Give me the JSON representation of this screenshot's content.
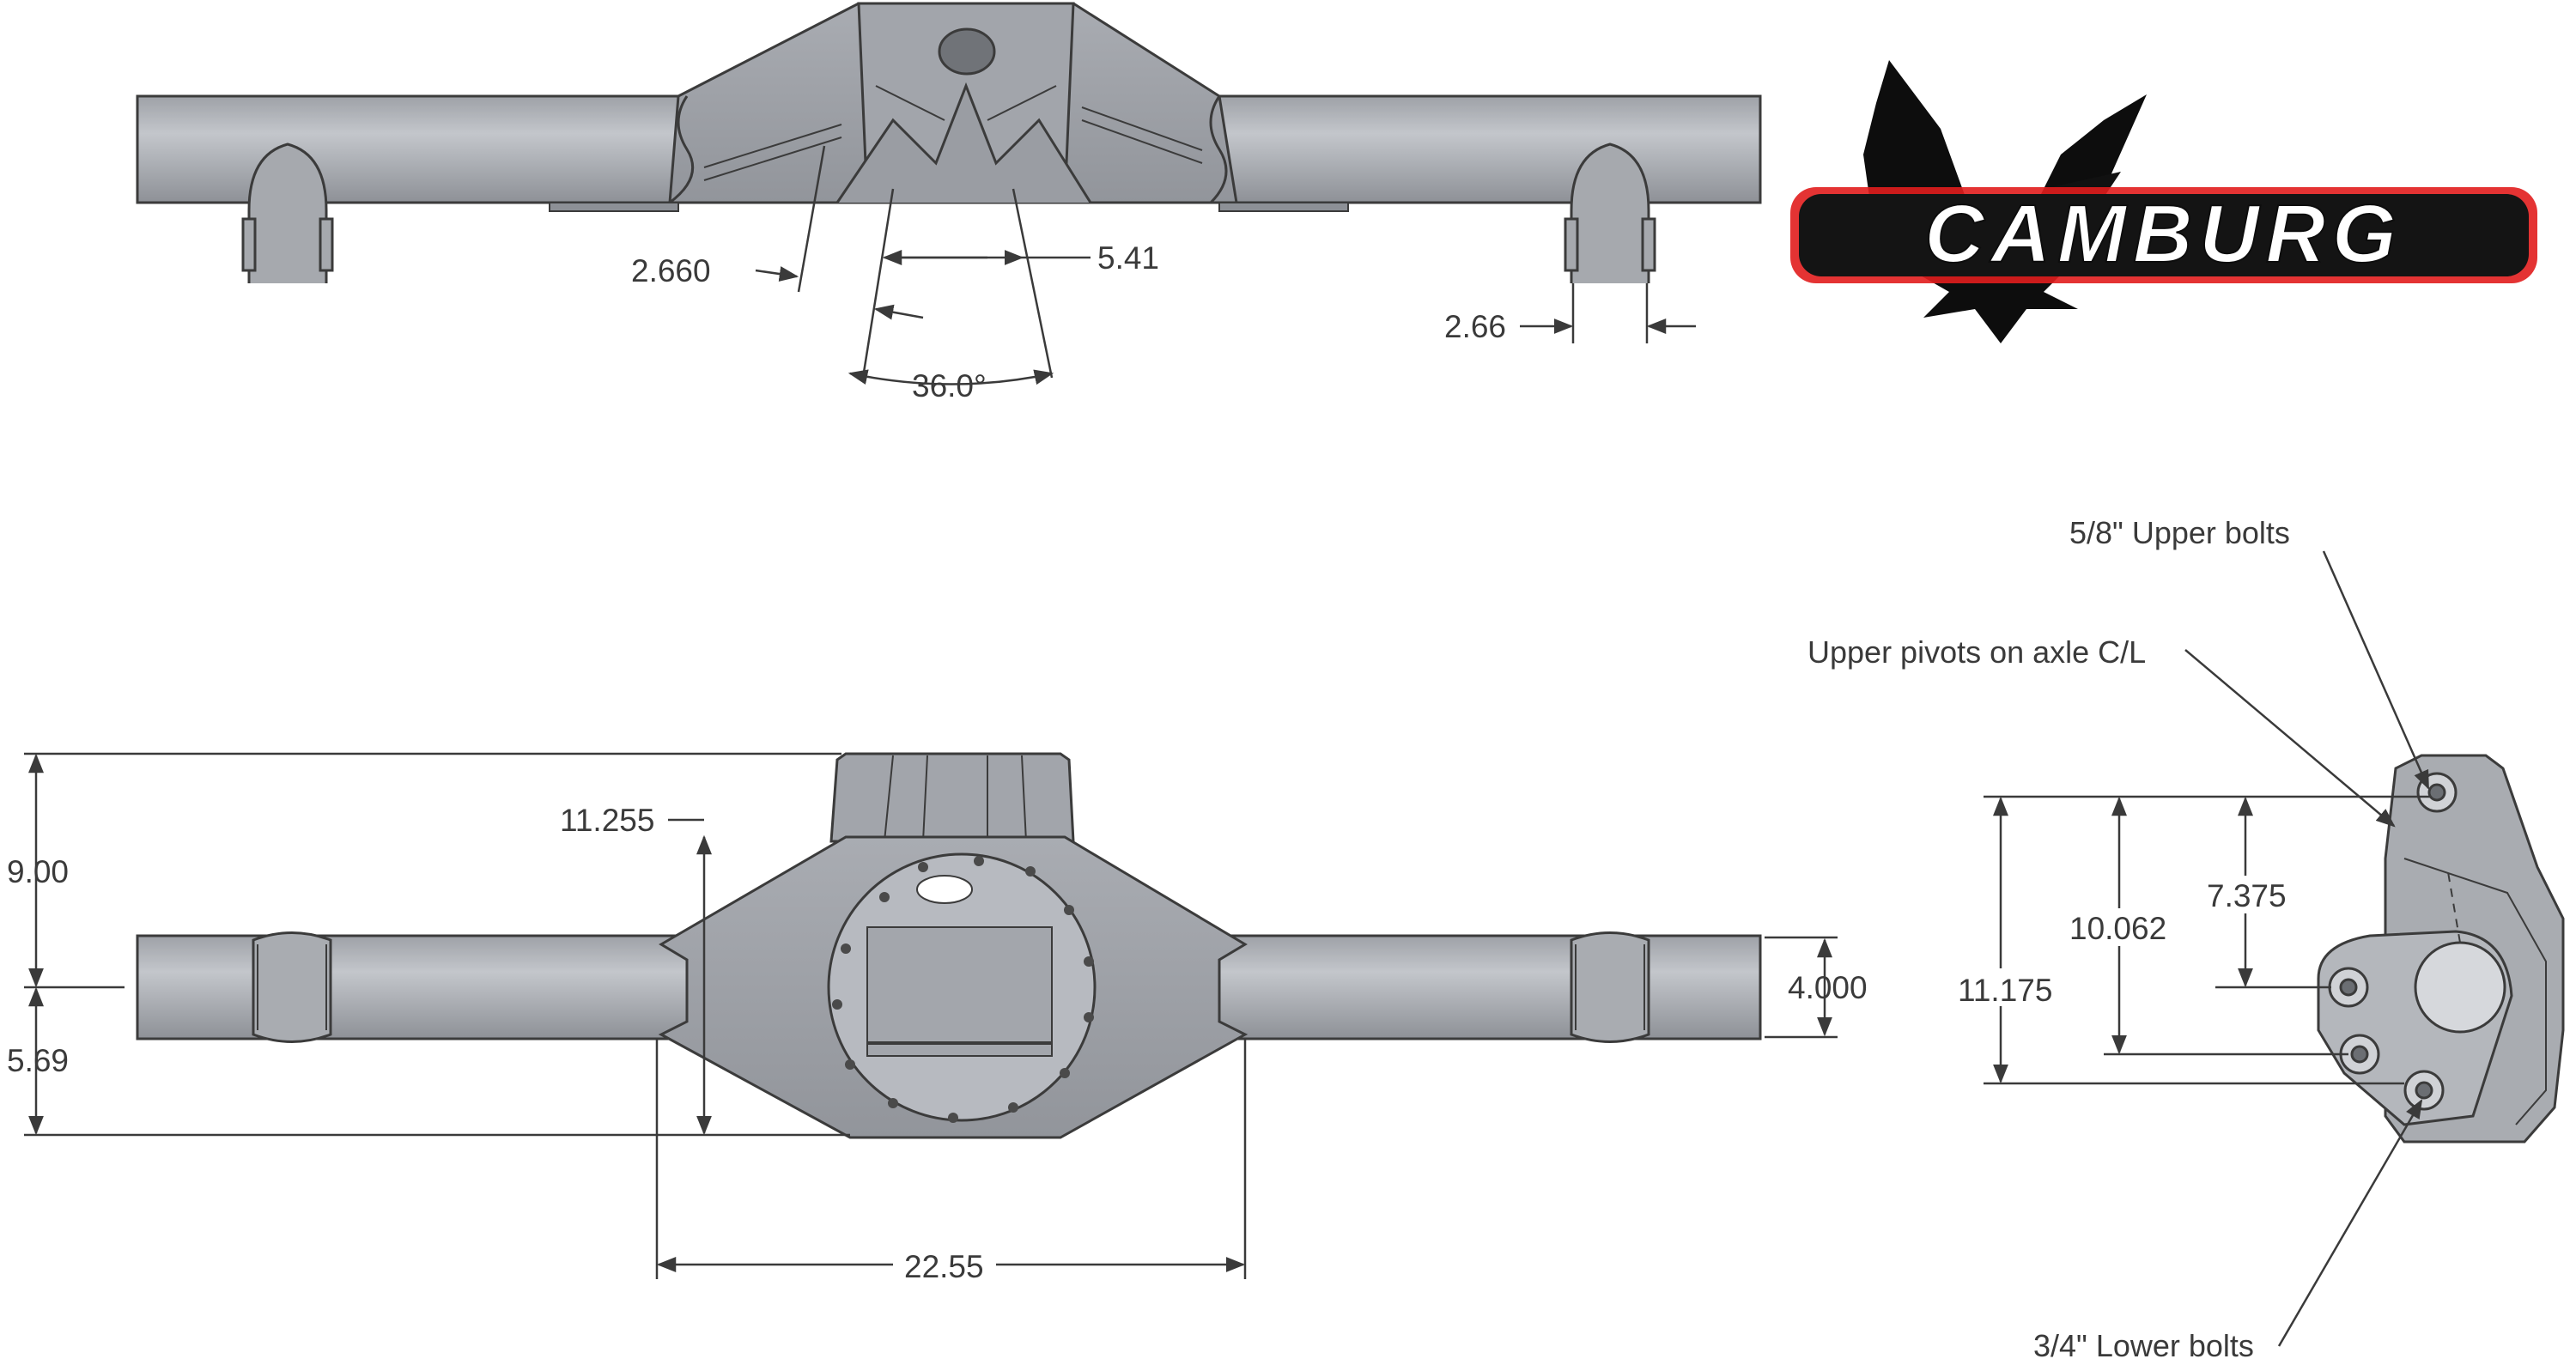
{
  "logo": {
    "wordmark": "CAMBURG",
    "accent_color": "#e11d1d"
  },
  "colors": {
    "metal": "#b4b7bc",
    "metal_dark": "#8d9096",
    "outline": "#3b3b3b",
    "dimension_line": "#3a3a3a"
  },
  "top_view": {
    "dimensions": {
      "tube_offset": "2.660",
      "link_spacing": "5.41",
      "angle": "36.0°",
      "bracket_width": "2.66"
    }
  },
  "front_view": {
    "dimensions": {
      "upper_height": "9.00",
      "lower_height": "5.69",
      "truss_height": "11.255",
      "tube_diameter": "4.000",
      "truss_width": "22.55"
    }
  },
  "side_view": {
    "dimensions": {
      "overall_height": "11.175",
      "pivot_height": "10.062",
      "upper_to_lower": "7.375"
    },
    "callouts": {
      "upper_bolts": "5/8\" Upper bolts",
      "upper_pivots": "Upper pivots on axle C/L",
      "lower_bolts": "3/4\" Lower bolts"
    }
  }
}
